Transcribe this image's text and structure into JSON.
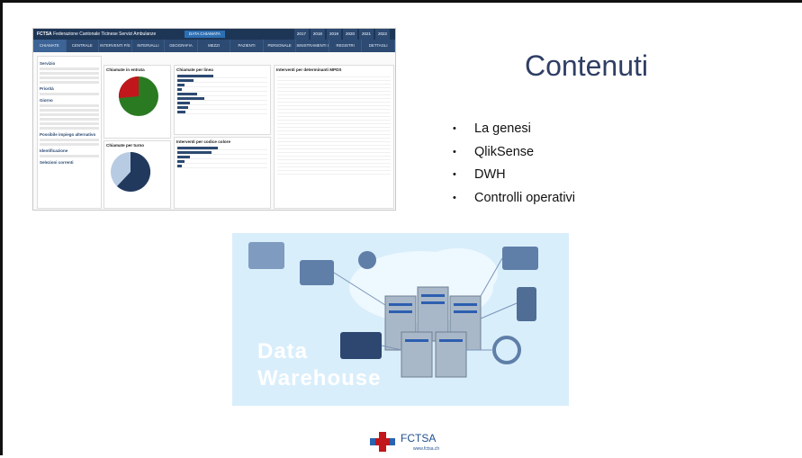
{
  "slide": {
    "title": "Contenuti",
    "bullets": [
      "La genesi",
      "QlikSense",
      "DWH",
      "Controlli operativi"
    ]
  },
  "screenshot": {
    "brand": "FCTSA",
    "brand_subtitle": "Federazione Cantonale Ticinese Servizi Ambulanze",
    "date_button": "DATA CHIAMATA",
    "years": [
      "2017",
      "2018",
      "2019",
      "2020",
      "2021",
      "2022"
    ],
    "tabs": [
      "CHIAMATE",
      "CENTRALE",
      "INTERVENTI P/S",
      "INTERVALLI",
      "GEOGRAFIA",
      "MEZZI",
      "PAZIENTI",
      "PERSONALE",
      "SINISTRAMENTI COPERTURE",
      "REGISTRI",
      "DETTAGLI"
    ],
    "sidebar_headings": [
      "Servizio",
      "Priorità",
      "Giorno",
      "Possibile impiego alternativo",
      "Identificazione",
      "Selezioni correnti"
    ],
    "panels": {
      "incoming": "Chiamate in entrata",
      "by_line": "Chiamate per linea",
      "by_shift": "Chiamate per turno",
      "by_code": "Interventi per codice colore",
      "by_determinant": "Interventi per determinanti MPDS"
    },
    "pie_colors": {
      "red": "#c0161c",
      "green": "#2a7a22",
      "navy": "#22395e",
      "light": "#b7cbe3"
    }
  },
  "image": {
    "line1": "Data",
    "line2": "Warehouse"
  },
  "logo": {
    "text": "FCTSA",
    "url": "www.fctsa.ch"
  }
}
